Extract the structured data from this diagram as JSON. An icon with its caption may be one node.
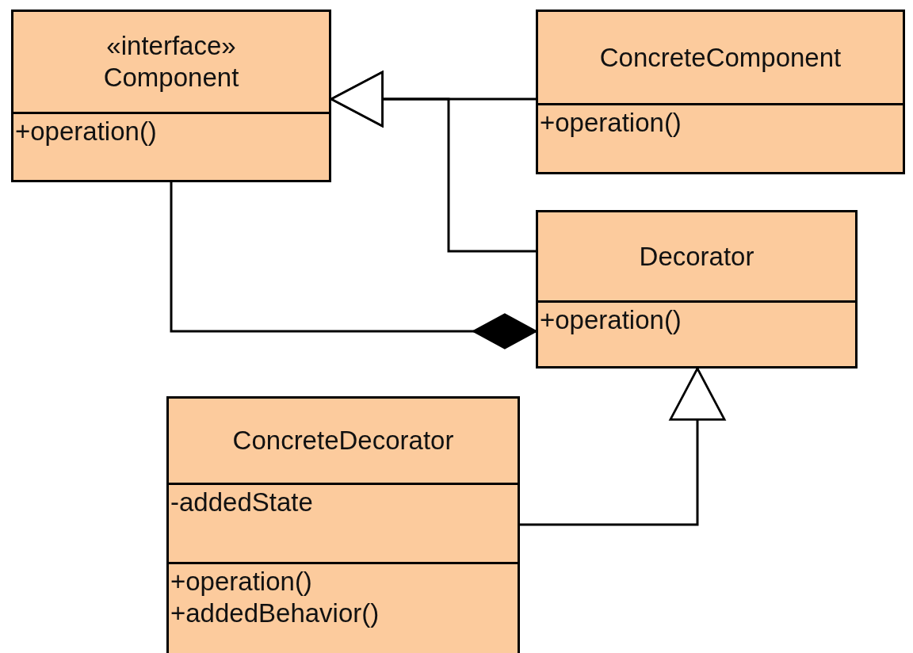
{
  "diagram": {
    "nodes": [
      {
        "text": [
          "«interface» Component",
          "+operation()"
        ]
      },
      {
        "text": [
          "ConcreteComponent",
          "+operation()"
        ]
      },
      {
        "text": [
          "Decorator",
          "+operation()"
        ]
      },
      {
        "text": [
          "ConcreteDecorator",
          "-addedState",
          "+operation() +addedBehavior()"
        ]
      }
    ],
    "edges": [
      {
        "from": 1,
        "to": 0,
        "arrow": "to"
      },
      {
        "from": 2,
        "to": 0,
        "arrow": "to"
      },
      {
        "from": 0,
        "to": 2,
        "arrow": "other"
      },
      {
        "from": 3,
        "to": 2,
        "arrow": "to"
      }
    ]
  }
}
